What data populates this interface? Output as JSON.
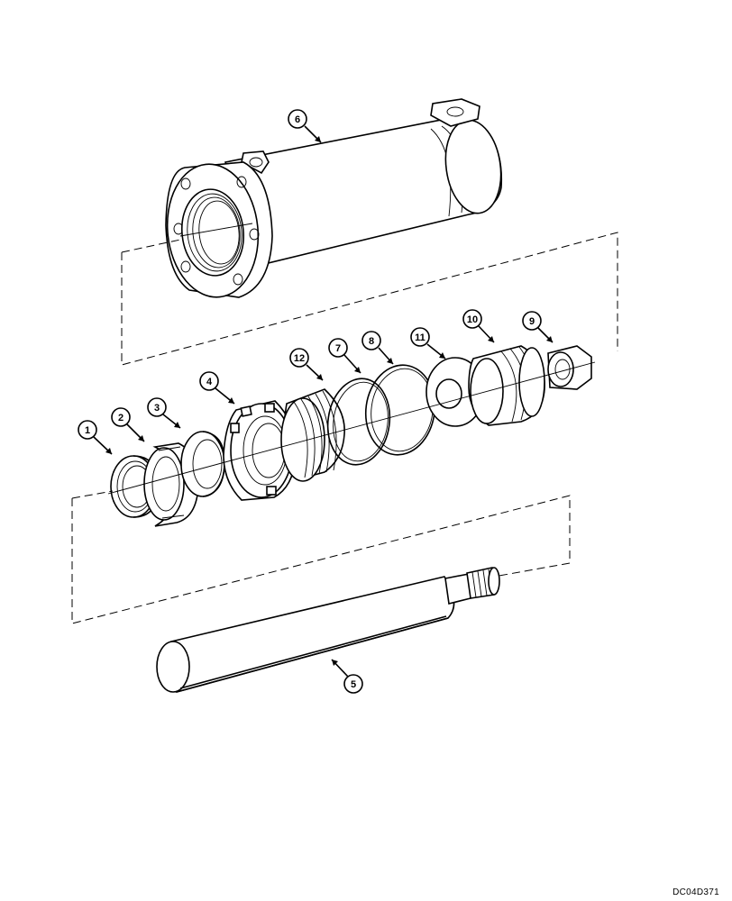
{
  "diagram": {
    "drawing_code": "DC04D371",
    "callouts": [
      {
        "id": "1",
        "label": "1"
      },
      {
        "id": "2",
        "label": "2"
      },
      {
        "id": "3",
        "label": "3"
      },
      {
        "id": "4",
        "label": "4"
      },
      {
        "id": "5",
        "label": "5"
      },
      {
        "id": "6",
        "label": "6"
      },
      {
        "id": "7",
        "label": "7"
      },
      {
        "id": "8",
        "label": "8"
      },
      {
        "id": "9",
        "label": "9"
      },
      {
        "id": "10",
        "label": "10"
      },
      {
        "id": "11",
        "label": "11"
      },
      {
        "id": "12",
        "label": "12"
      }
    ]
  }
}
